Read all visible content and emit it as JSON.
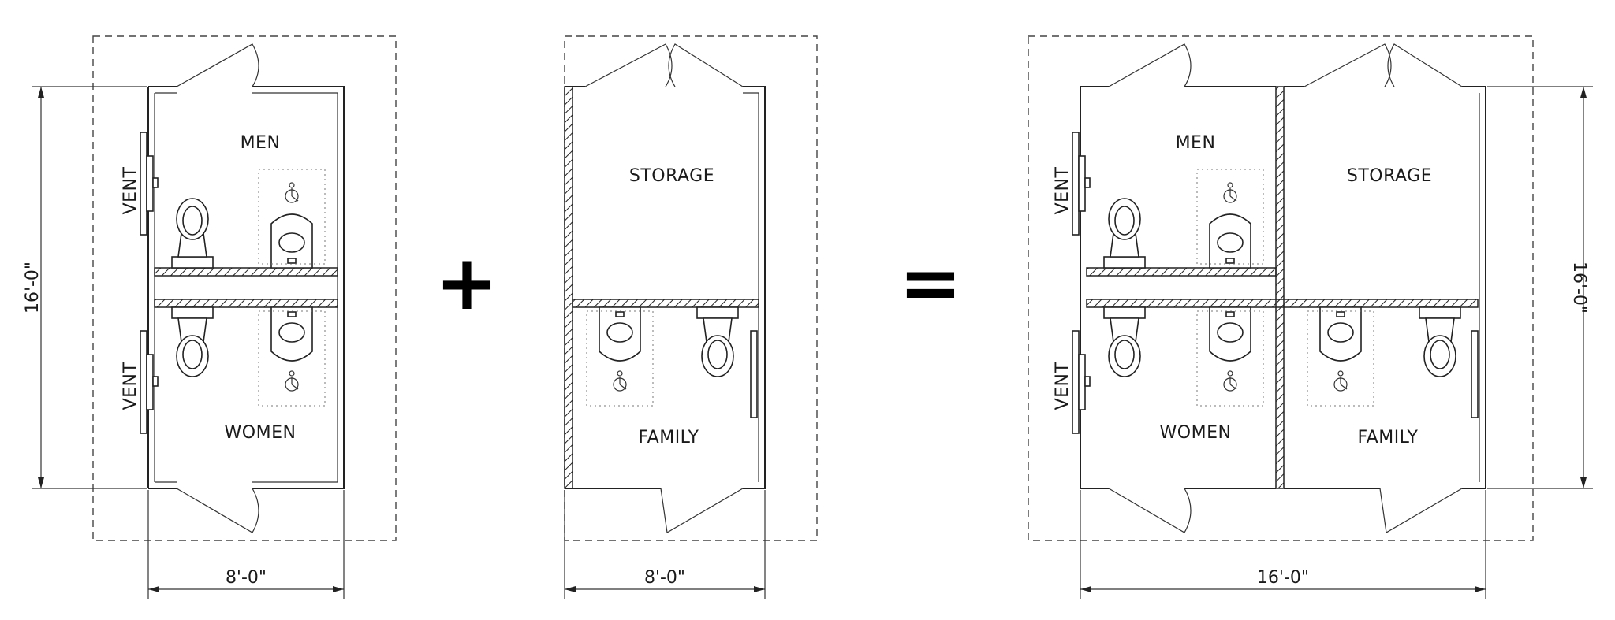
{
  "diagram": {
    "plans": [
      {
        "id": "restroom-module",
        "rooms": {
          "top": "MEN",
          "bottom": "WOMEN"
        },
        "vents": [
          "VENT",
          "VENT"
        ],
        "width_label": "8'-0\"",
        "height_label": "16'-0\""
      },
      {
        "id": "storage-module",
        "rooms": {
          "top": "STORAGE",
          "bottom": "FAMILY"
        },
        "width_label": "8'-0\""
      },
      {
        "id": "combined-module",
        "rooms": {
          "top_left": "MEN",
          "bottom_left": "WOMEN",
          "top_right": "STORAGE",
          "bottom_right": "FAMILY"
        },
        "vents": [
          "VENT",
          "VENT"
        ],
        "width_label": "16'-0\"",
        "height_label": "16'-0\""
      }
    ],
    "operators": {
      "plus": "+",
      "equals": "="
    }
  }
}
